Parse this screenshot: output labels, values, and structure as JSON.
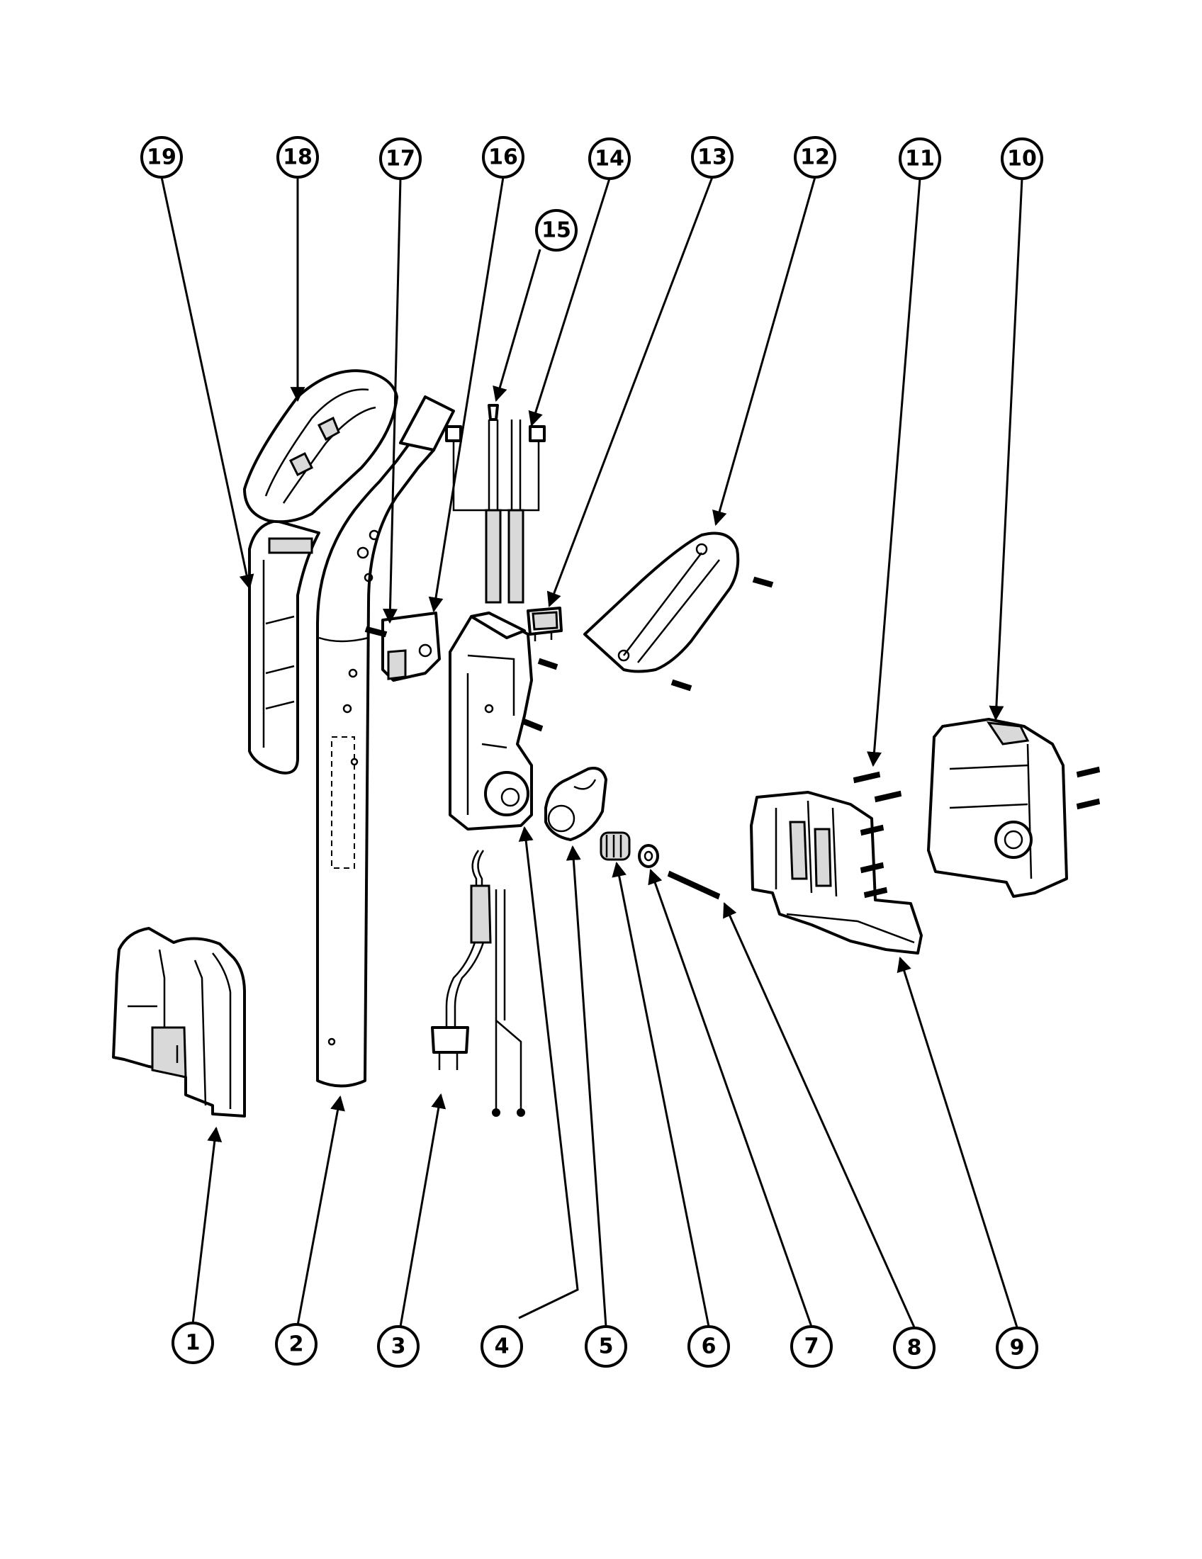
{
  "diagram": {
    "accent_color": "#000000",
    "background_color": "#ffffff",
    "callouts": [
      {
        "id": "c1",
        "label": "1"
      },
      {
        "id": "c2",
        "label": "2"
      },
      {
        "id": "c3",
        "label": "3"
      },
      {
        "id": "c4",
        "label": "4"
      },
      {
        "id": "c5",
        "label": "5"
      },
      {
        "id": "c6",
        "label": "6"
      },
      {
        "id": "c7",
        "label": "7"
      },
      {
        "id": "c8",
        "label": "8"
      },
      {
        "id": "c9",
        "label": "9"
      },
      {
        "id": "c10",
        "label": "10"
      },
      {
        "id": "c11",
        "label": "11"
      },
      {
        "id": "c12",
        "label": "12"
      },
      {
        "id": "c13",
        "label": "13"
      },
      {
        "id": "c14",
        "label": "14"
      },
      {
        "id": "c15",
        "label": "15"
      },
      {
        "id": "c16",
        "label": "16"
      },
      {
        "id": "c17",
        "label": "17"
      },
      {
        "id": "c18",
        "label": "18"
      },
      {
        "id": "c19",
        "label": "19"
      }
    ]
  }
}
